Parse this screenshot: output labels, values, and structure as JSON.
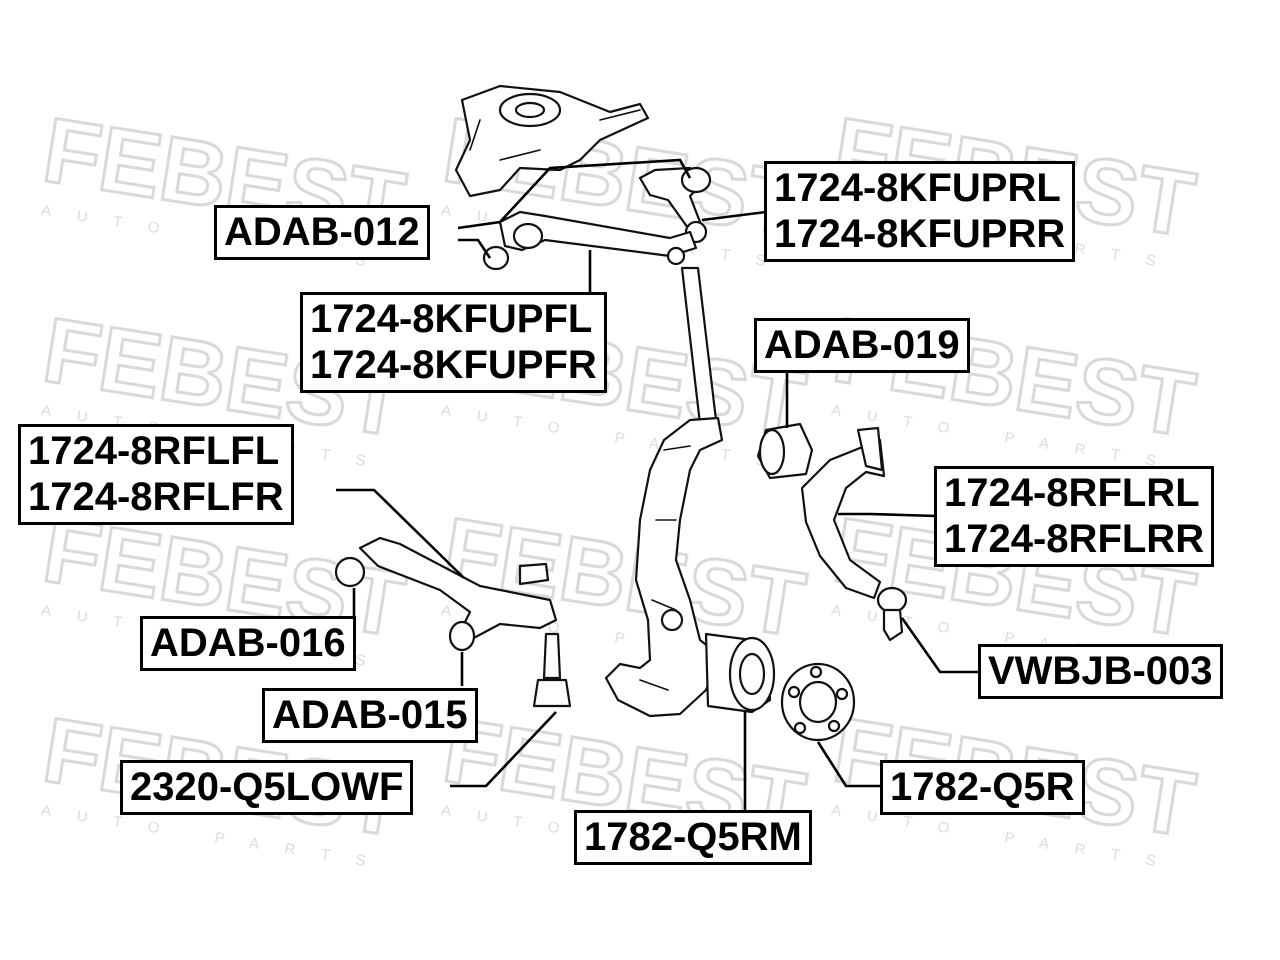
{
  "watermark": {
    "brand": "FEBEST",
    "tagline": "AUTO PARTS"
  },
  "labels": {
    "adab_012": "ADAB-012",
    "kfuprl": "1724-8KFUPRL",
    "kfuprr": "1724-8KFUPRR",
    "kfupfl": "1724-8KFUPFL",
    "kfupfr": "1724-8KFUPFR",
    "adab_019": "ADAB-019",
    "rflfl": "1724-8RFLFL",
    "rflfr": "1724-8RFLFR",
    "rflrl": "1724-8RFLRL",
    "rflrr": "1724-8RFLRR",
    "adab_016": "ADAB-016",
    "adab_015": "ADAB-015",
    "vwbjb_003": "VWBJB-003",
    "q5lowf": "2320-Q5LOWF",
    "q5r": "1782-Q5R",
    "q5rm": "1782-Q5RM"
  }
}
